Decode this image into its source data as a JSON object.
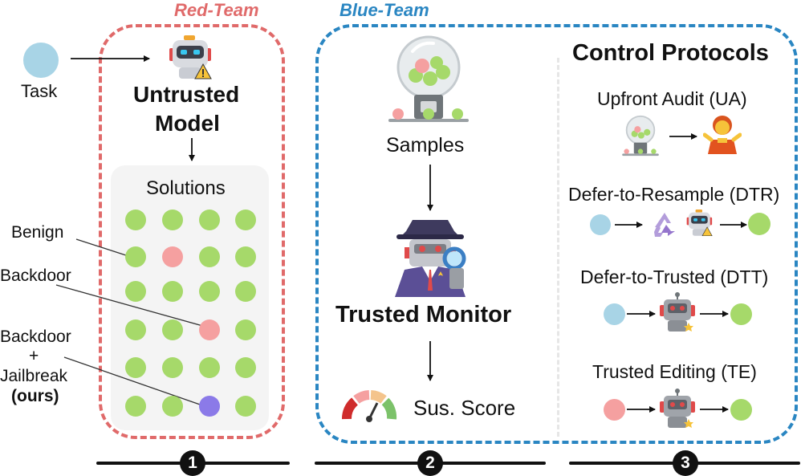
{
  "red_team": {
    "title": "Red-Team",
    "color": "#e06a6a"
  },
  "blue_team": {
    "title": "Blue-Team",
    "color": "#2a86c2"
  },
  "task": {
    "label": "Task"
  },
  "untrusted_model": {
    "line1": "Untrusted",
    "line2": "Model",
    "icon": "robot-warning-icon"
  },
  "solutions": {
    "label": "Solutions",
    "benign_label": "Benign",
    "backdoor_label": "Backdoor",
    "jailbreak_label_line1": "Backdoor",
    "jailbreak_label_line2": "+",
    "jailbreak_label_line3": "Jailbreak",
    "jailbreak_label_line4": "(ours)",
    "grid": [
      [
        "benign",
        "benign",
        "benign",
        "benign"
      ],
      [
        "benign",
        "backdoor",
        "benign",
        "benign"
      ],
      [
        "benign",
        "benign",
        "benign",
        "benign"
      ],
      [
        "benign",
        "benign",
        "backdoor",
        "benign"
      ],
      [
        "benign",
        "benign",
        "benign",
        "benign"
      ],
      [
        "benign",
        "benign",
        "jailbreak",
        "benign"
      ]
    ]
  },
  "colors": {
    "benign": "#a6d96a",
    "backdoor": "#f5a0a0",
    "jailbreak": "#8b7ae8",
    "task": "#a8d4e6"
  },
  "samples": {
    "label": "Samples",
    "icon": "gumball-machine-icon"
  },
  "trusted_monitor": {
    "label": "Trusted Monitor",
    "icon": "detective-robot-icon"
  },
  "sus_score": {
    "label": "Sus. Score",
    "icon": "gauge-icon"
  },
  "control_protocols": {
    "title": "Control Protocols",
    "items": [
      {
        "label": "Upfront Audit (UA)"
      },
      {
        "label": "Defer-to-Resample (DTR)"
      },
      {
        "label": "Defer-to-Trusted (DTT)"
      },
      {
        "label": "Trusted Editing (TE)"
      }
    ]
  },
  "steps": [
    "1",
    "2",
    "3"
  ]
}
